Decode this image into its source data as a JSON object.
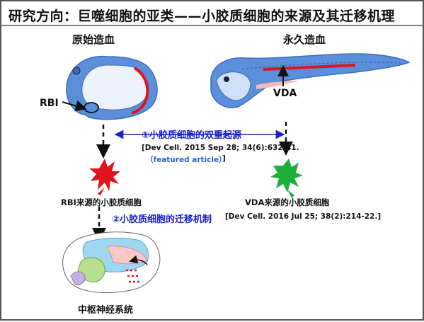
{
  "title": "研究方向：巨噬细胞的亚类——小胶质细胞的来源及其迁移机理",
  "left_panel": {
    "heading": "原始造血",
    "marker": "RBI"
  },
  "right_panel": {
    "heading": "永久造血",
    "marker": "VDA"
  },
  "finding_1": {
    "text": "①小胶质细胞的双重起源",
    "citation": "[Dev Cell. 2015 Sep 28; 34(6):632-41.",
    "citation_note": "（featured article）",
    "citation_close": "]"
  },
  "rbi_microglia_label": "RBI来源的小胶质细胞",
  "vda_microglia_label": "VDA来源的小胶质细胞",
  "finding_2": {
    "text": "②小胶质细胞的迁移机制",
    "citation": "[Dev Cell. 2016 Jul 25; 38(2):214-22.]"
  },
  "cns_label": "中枢神经系统",
  "colors": {
    "embryo_blue": "#5b8fd9",
    "blood_red": "#e0141c",
    "microglia_green": "#1fae3a",
    "link_blue": "#1a22c8"
  }
}
